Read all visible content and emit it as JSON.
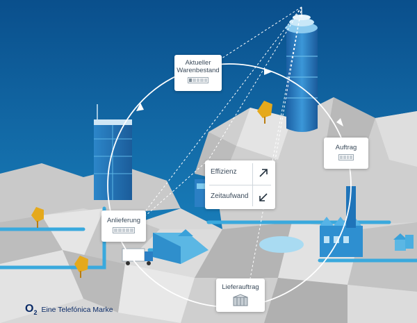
{
  "cards": {
    "stock": {
      "line1": "Aktueller",
      "line2": "Warenbestand",
      "fill_fraction": 0.2
    },
    "order": {
      "label": "Auftrag"
    },
    "delivery": {
      "label": "Anlieferung"
    },
    "supplier_order": {
      "label": "Lieferauftrag"
    }
  },
  "kpi": {
    "efficiency": {
      "label": "Effizienz",
      "arrow_icon": "arrow-up-right-icon"
    },
    "time": {
      "label": "Zeitaufwand",
      "arrow_icon": "arrow-down-left-icon"
    }
  },
  "brand": {
    "logo": "O",
    "logo_sub": "2",
    "text": "Eine Telefónica Marke"
  },
  "colors": {
    "sky_top": "#0a4f8c",
    "sky_bottom": "#1e8fcb",
    "rock_light": "#dcdcdc",
    "rock_mid": "#c4c4c4",
    "rock_dark": "#a6a6a6",
    "pipe": "#3aa9dd",
    "tower": "#2b7fc4",
    "tree": "#e5a91c",
    "brand": "#0a2a66"
  }
}
